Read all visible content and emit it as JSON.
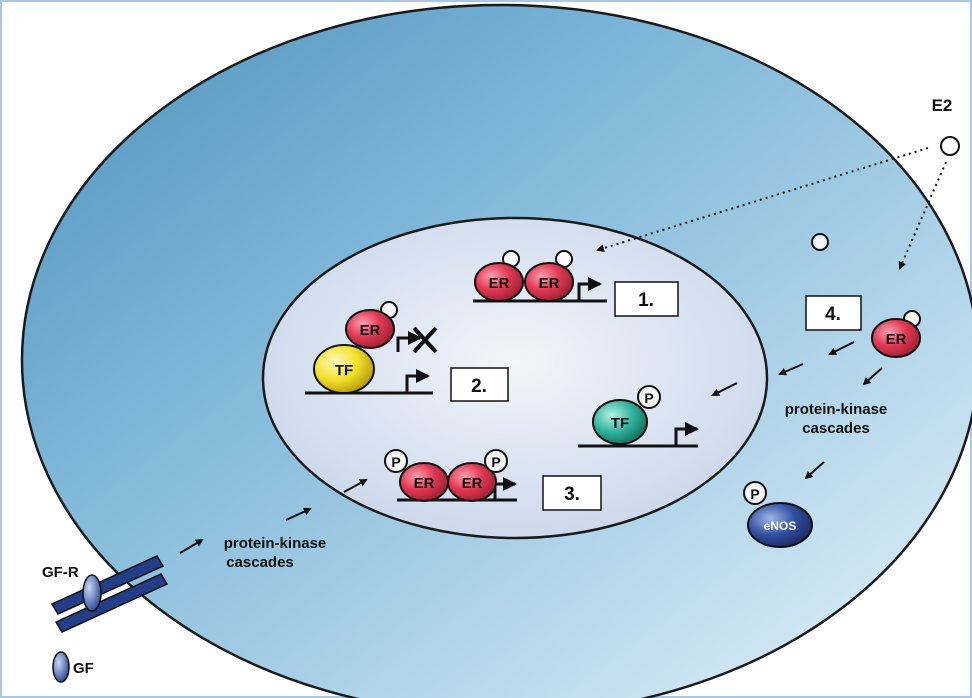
{
  "ligand": {
    "label": "E2"
  },
  "pathways": [
    {
      "number": "1.",
      "factors": [
        "ER",
        "ER"
      ]
    },
    {
      "number": "2.",
      "factors": [
        "ER",
        "TF"
      ]
    },
    {
      "number": "3.",
      "factors": [
        "P",
        "ER",
        "ER",
        "P"
      ]
    },
    {
      "number": "4.",
      "factors": [
        "ER"
      ]
    }
  ],
  "phospho_label": "P",
  "tf_label": "TF",
  "enos_label": "eNOS",
  "kinase_cascade_label": [
    "protein-kinase",
    "cascades"
  ],
  "receptor_label": "GF-R",
  "growth_factor_label": "GF",
  "colors": {
    "cell": "#8ec3df",
    "nucleus": "#e6eef8",
    "er": "#e23b55",
    "tf_yellow": "#f2df2a",
    "tf_teal": "#2fb29c",
    "enos": "#304fa0",
    "frame": "#a8c8e4"
  }
}
